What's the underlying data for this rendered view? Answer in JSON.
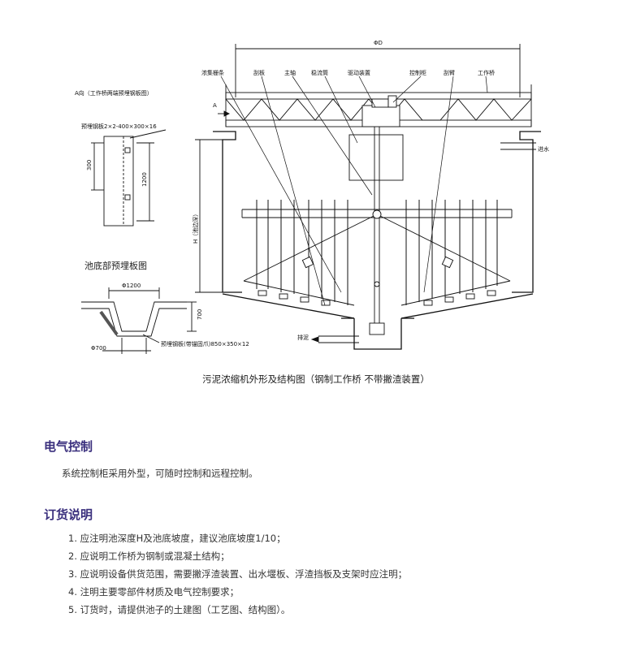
{
  "figure": {
    "labels": {
      "phi_d": "ΦD",
      "a_view": "A向（工作桥两端预埋钢板图）",
      "a_mark": "A",
      "plate1": "预埋钢板2×2-400×300×16",
      "dim300": "300",
      "dim1200": "1200",
      "bottom_plate_title": "池底部预埋板图",
      "phi1200": "Φ1200",
      "dim700": "700",
      "phi700": "Φ700",
      "plate2": "预埋钢板(带锚固爪)850×350×12",
      "h_depth": "H（池边深）",
      "inlet": "进水",
      "sludge_out": "排泥"
    },
    "callouts": [
      "浓集栅条",
      "刮板",
      "主轴",
      "稳流筒",
      "驱动装置",
      "控制柜",
      "刮臂",
      "工作桥"
    ],
    "caption": "污泥浓缩机外形及结构图（钢制工作桥  不带撇渣装置）"
  },
  "electrical": {
    "heading": "电气控制",
    "text": "系统控制柜采用外型，可随时控制和远程控制。"
  },
  "order": {
    "heading": "订货说明",
    "items": [
      "1. 应注明池深度H及池底坡度，建议池底坡度1/10；",
      "2. 应说明工作桥为钢制或混凝土结构；",
      "3. 应说明设备供货范围，需要撇浮渣装置、出水堰板、浮渣挡板及支架时应注明；",
      "4. 注明主要零部件材质及电气控制要求；",
      "5. 订货时，请提供池子的土建图（工艺图、结构图）。"
    ]
  }
}
